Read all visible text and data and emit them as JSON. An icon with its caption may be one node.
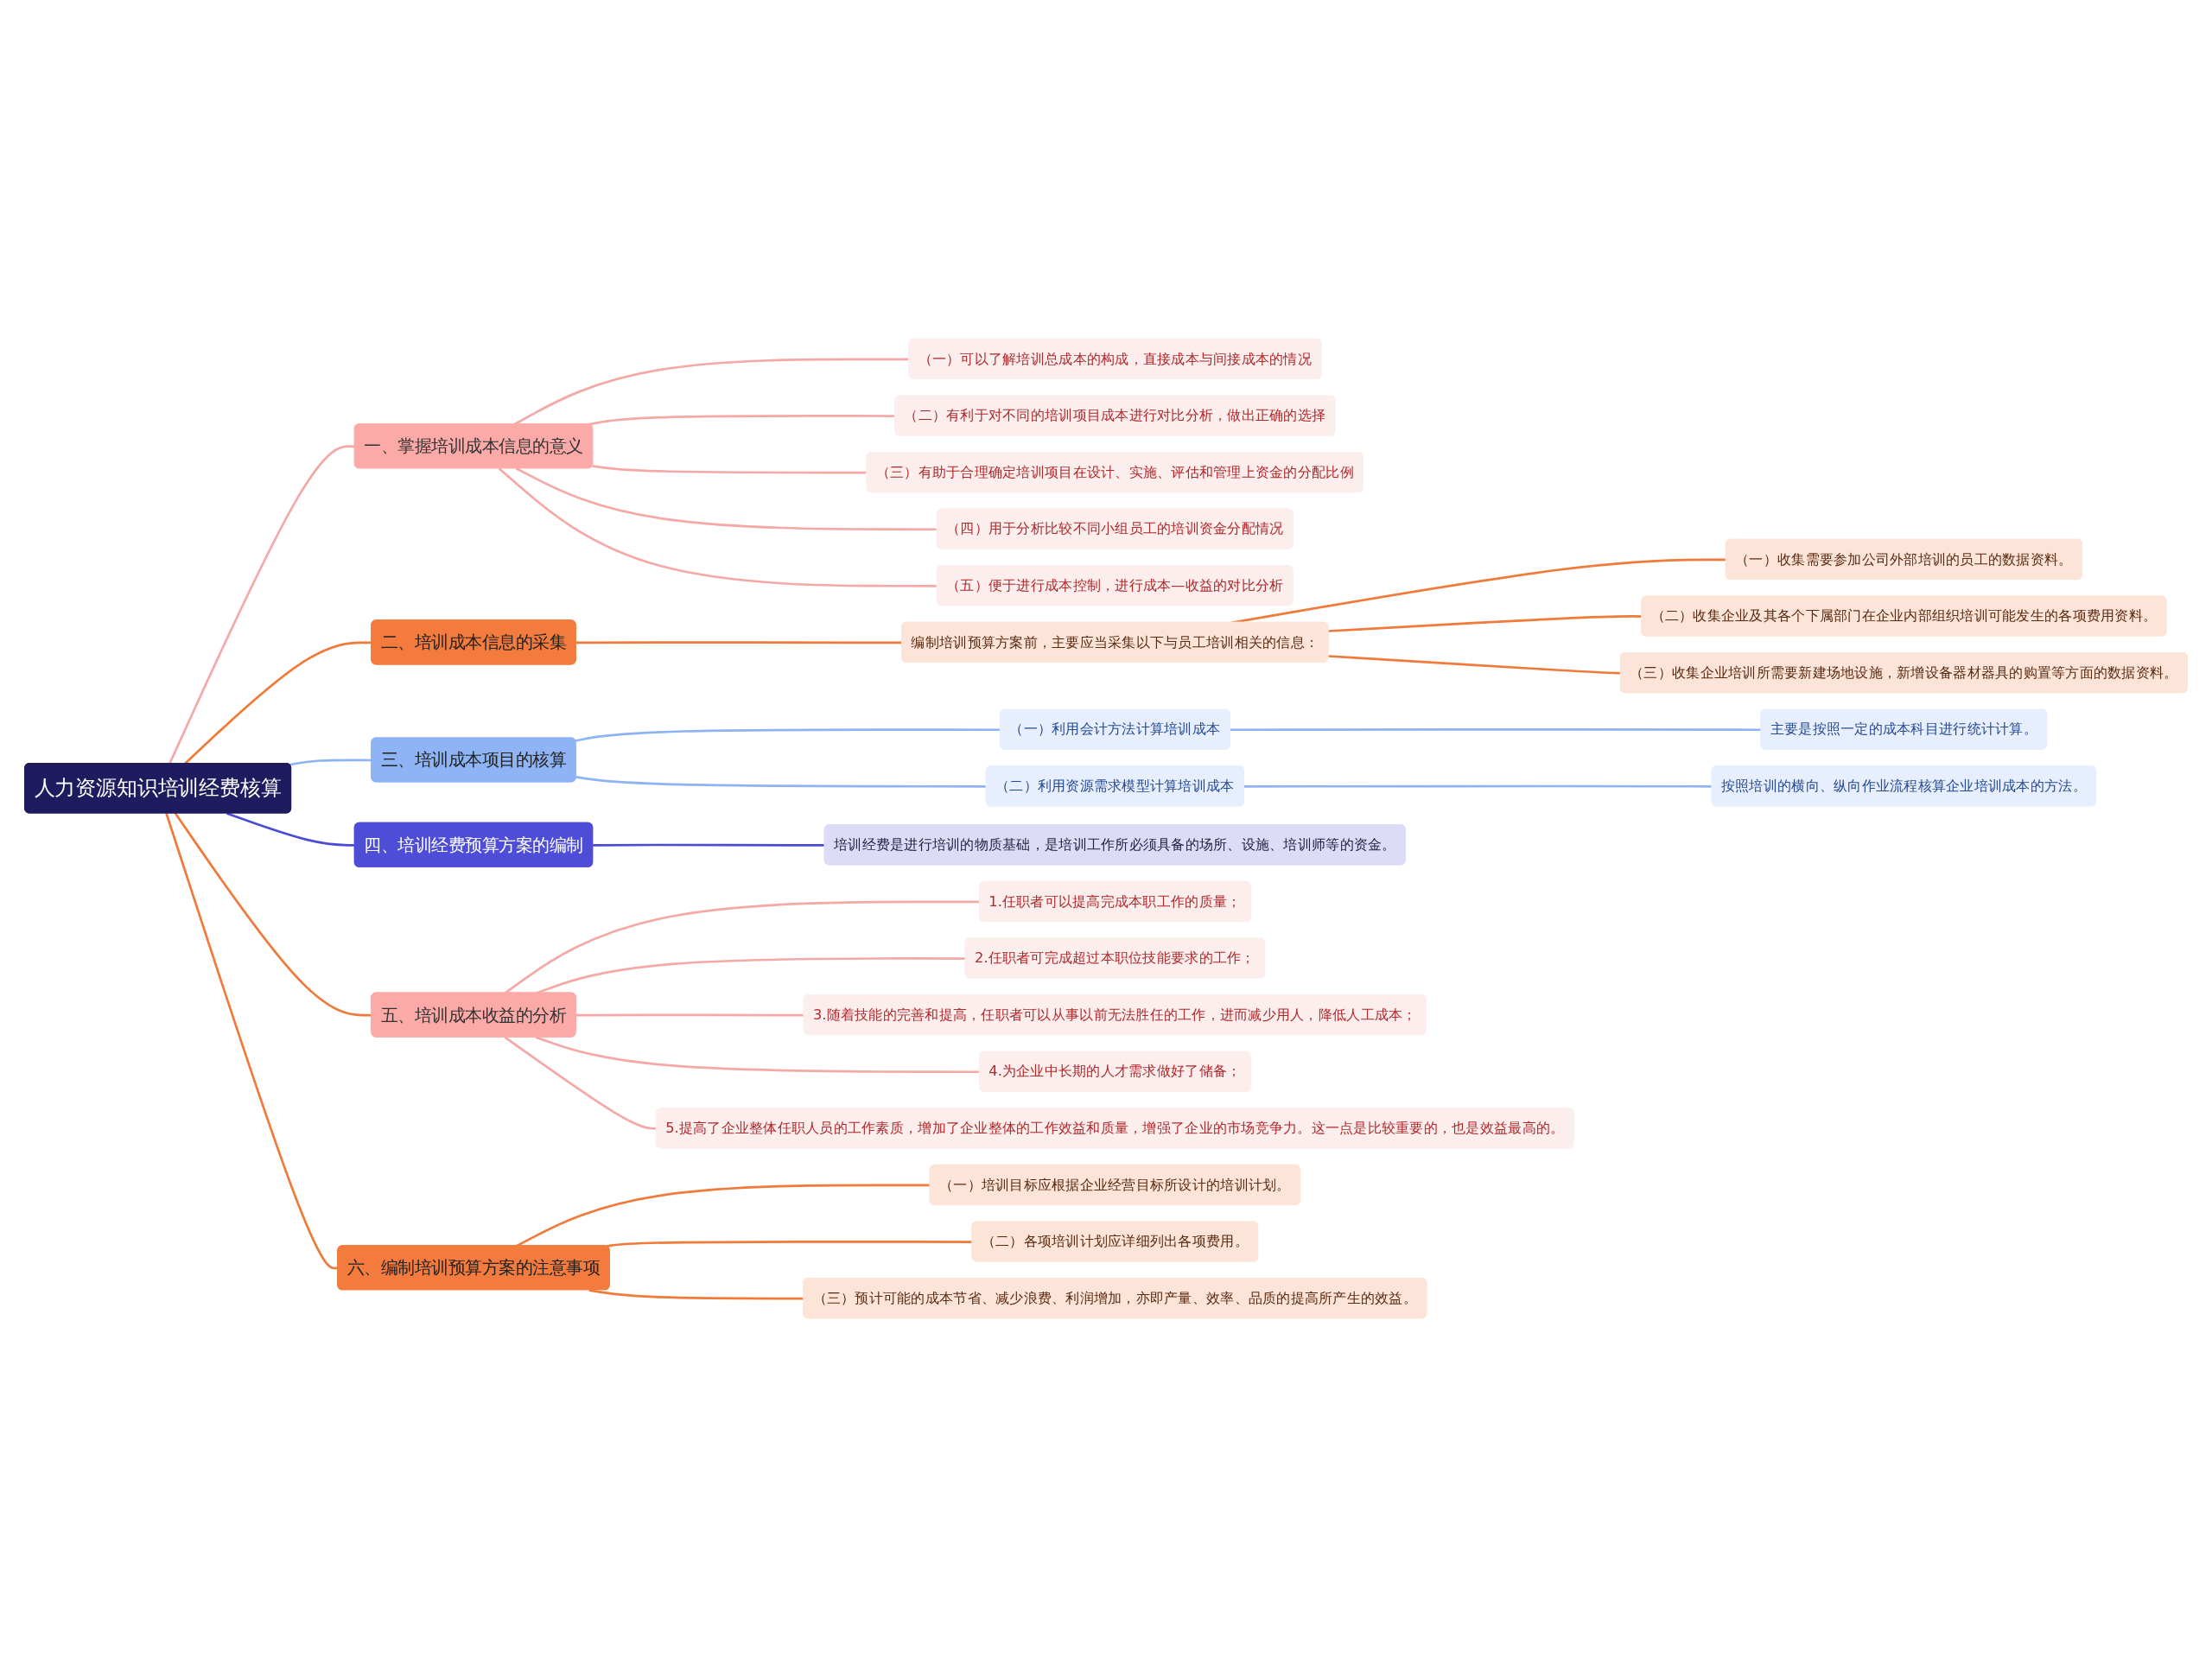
{
  "diagram": {
    "nodes": [
      {
        "text": [
          "人力资源知识培训经费核算"
        ]
      },
      {
        "text": [
          "一、掌握培训成本信息的意义"
        ]
      },
      {
        "text": [
          "（一）可以了解培训总成本的构成，直接成本与间接成本的情况"
        ]
      },
      {
        "text": [
          "（二）有利于对不同的培训项目成本进行对比分析，做出正确的选择"
        ]
      },
      {
        "text": [
          "（三）有助于合理确定培训项目在设计、实施、评估和管理上资金的分配比例"
        ]
      },
      {
        "text": [
          "（四）用于分析比较不同小组员工的培训资金分配情况"
        ]
      },
      {
        "text": [
          "（五）便于进行成本控制，进行成本—收益的对比分析"
        ]
      },
      {
        "text": [
          "二、培训成本信息的采集"
        ]
      },
      {
        "text": [
          "编制培训预算方案前，主要应当采集以下与员工培训相关的信息："
        ]
      },
      {
        "text": [
          "（一）收集需要参加公司外部培训的员工的数据资料。"
        ]
      },
      {
        "text": [
          "（二）收集企业及其各个下属部门在企业内部组织培训可能发生的各项费用资料。"
        ]
      },
      {
        "text": [
          "（三）收集企业培训所需要新建场地设施，新增设备器材器具的购置等方面的数据资料。"
        ]
      },
      {
        "text": [
          "三、培训成本项目的核算"
        ]
      },
      {
        "text": [
          "（一）利用会计方法计算培训成本"
        ]
      },
      {
        "text": [
          "主要是按照一定的成本科目进行统计计算。"
        ]
      },
      {
        "text": [
          "（二）利用资源需求模型计算培训成本"
        ]
      },
      {
        "text": [
          "按照培训的横向、纵向作业流程核算企业培训成本的方法。"
        ]
      },
      {
        "text": [
          "四、培训经费预算方案的编制"
        ]
      },
      {
        "text": [
          "培训经费是进行培训的物质基础，是培训工作所必须具备的场所、设施、培训师等的资金。"
        ]
      },
      {
        "text": [
          "五、培训成本收益的分析"
        ]
      },
      {
        "text": [
          "1.任职者可以提高完成本职工作的质量；"
        ]
      },
      {
        "text": [
          "2.任职者可完成超过本职位技能要求的工作；"
        ]
      },
      {
        "text": [
          "3.随着技能的完善和提高，任职者可以从事以前无法胜任的工作，进而减少用人，降低人工成本；"
        ]
      },
      {
        "text": [
          "4.为企业中长期的人才需求做好了储备；"
        ]
      },
      {
        "text": [
          "5.提高了企业整体任职人员的工作素质，增加了企业整体的工作效益和质量，增强了企业的市场竞争力。这一点是比较重要的，也是效益最高的。"
        ]
      },
      {
        "text": [
          "六、编制培训预算方案的注意事项"
        ]
      },
      {
        "text": [
          "（一）培训目标应根据企业经营目标所设计的培训计划。"
        ]
      },
      {
        "text": [
          "（二）各项培训计划应详细列出各项费用。"
        ]
      },
      {
        "text": [
          "（三）预计可能的成本节省、减少浪费、利润增加，亦即产量、效率、品质的提高所产生的效益。"
        ]
      }
    ],
    "edges": [
      {
        "from": 0,
        "to": 1,
        "arrow": "none",
        "color": "#f4a9a6"
      },
      {
        "from": 1,
        "to": 2,
        "arrow": "none",
        "color": "#f4a9a6"
      },
      {
        "from": 1,
        "to": 3,
        "arrow": "none",
        "color": "#f4a9a6"
      },
      {
        "from": 1,
        "to": 4,
        "arrow": "none",
        "color": "#f4a9a6"
      },
      {
        "from": 1,
        "to": 5,
        "arrow": "none",
        "color": "#f4a9a6"
      },
      {
        "from": 1,
        "to": 6,
        "arrow": "none",
        "color": "#f4a9a6"
      },
      {
        "from": 0,
        "to": 7,
        "arrow": "none",
        "color": "#ef7a3a"
      },
      {
        "from": 7,
        "to": 8,
        "arrow": "none",
        "color": "#ef7a3a"
      },
      {
        "from": 8,
        "to": 9,
        "arrow": "none",
        "color": "#ef7a3a"
      },
      {
        "from": 8,
        "to": 10,
        "arrow": "none",
        "color": "#ef7a3a"
      },
      {
        "from": 8,
        "to": 11,
        "arrow": "none",
        "color": "#ef7a3a"
      },
      {
        "from": 0,
        "to": 12,
        "arrow": "none",
        "color": "#8db3f4"
      },
      {
        "from": 12,
        "to": 13,
        "arrow": "none",
        "color": "#8db3f4"
      },
      {
        "from": 13,
        "to": 14,
        "arrow": "none",
        "color": "#8db3f4"
      },
      {
        "from": 12,
        "to": 15,
        "arrow": "none",
        "color": "#8db3f4"
      },
      {
        "from": 15,
        "to": 16,
        "arrow": "none",
        "color": "#8db3f4"
      },
      {
        "from": 0,
        "to": 17,
        "arrow": "none",
        "color": "#4b4bd6"
      },
      {
        "from": 17,
        "to": 18,
        "arrow": "none",
        "color": "#4b4bd6"
      },
      {
        "from": 0,
        "to": 19,
        "arrow": "none",
        "color": "#ef7a3a"
      },
      {
        "from": 19,
        "to": 20,
        "arrow": "none",
        "color": "#f4a9a6"
      },
      {
        "from": 19,
        "to": 21,
        "arrow": "none",
        "color": "#f4a9a6"
      },
      {
        "from": 19,
        "to": 22,
        "arrow": "none",
        "color": "#f4a9a6"
      },
      {
        "from": 19,
        "to": 23,
        "arrow": "none",
        "color": "#f4a9a6"
      },
      {
        "from": 19,
        "to": 24,
        "arrow": "none",
        "color": "#f4a9a6"
      },
      {
        "from": 0,
        "to": 25,
        "arrow": "none",
        "color": "#ef7a3a"
      },
      {
        "from": 25,
        "to": 26,
        "arrow": "none",
        "color": "#ef7a3a"
      },
      {
        "from": 25,
        "to": 27,
        "arrow": "none",
        "color": "#ef7a3a"
      },
      {
        "from": 25,
        "to": 28,
        "arrow": "none",
        "color": "#ef7a3a"
      }
    ]
  }
}
